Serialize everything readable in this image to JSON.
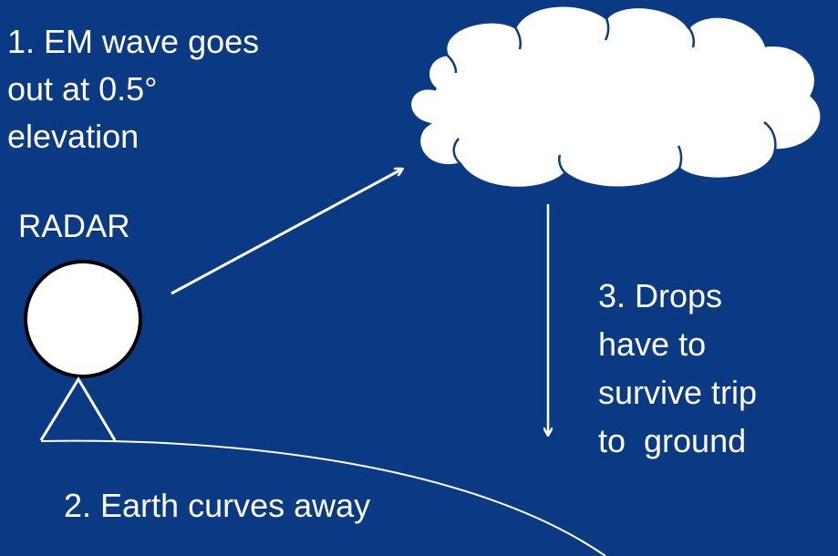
{
  "slide": {
    "background_color": "#0b3a84",
    "text_color": "#ffffff",
    "step1_lines": [
      "1. EM wave goes",
      "out at 0.5°",
      "elevation"
    ],
    "radar_label": "RADAR",
    "step3_lines": [
      "3. Drops",
      "have to",
      "survive trip",
      "to  ground"
    ],
    "step2_label": "2. Earth curves away"
  },
  "shapes": {
    "radar_dish": "circle",
    "radar_stand": "triangle",
    "cloud": "cloud",
    "beam": "arrow-up-right",
    "fall": "arrow-down",
    "earth": "curved-line"
  }
}
